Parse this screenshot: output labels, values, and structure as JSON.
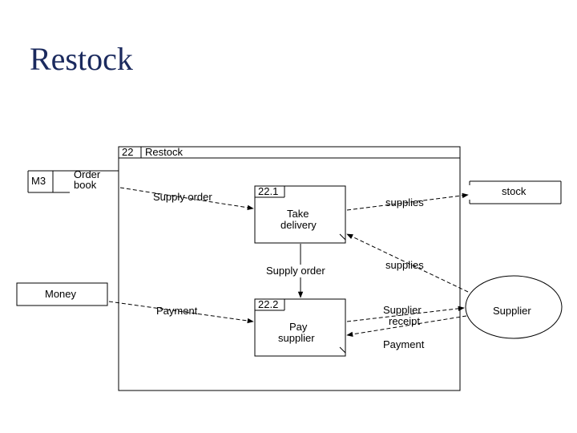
{
  "slide": {
    "title": "Restock"
  },
  "diagram": {
    "parent_process": {
      "number": "22",
      "name": "Restock"
    },
    "processes": [
      {
        "id": "take-delivery",
        "number": "22.1",
        "line1": "Take",
        "line2": "delivery"
      },
      {
        "id": "pay-supplier",
        "number": "22.2",
        "line1": "Pay",
        "line2": "supplier"
      }
    ],
    "data_stores": [
      {
        "id": "order-book",
        "code": "M3",
        "line1": "Order",
        "line2": "book"
      },
      {
        "id": "stock",
        "name": "stock"
      }
    ],
    "external_entities": [
      {
        "id": "money",
        "name": "Money"
      },
      {
        "id": "supplier",
        "name": "Supplier"
      }
    ],
    "flows": {
      "supply_order_in": "Supply order",
      "supplies_out": "supplies",
      "supply_order_between": "Supply order",
      "supplies_in": "supplies",
      "payment_in": "Payment",
      "supplier_receipt_line1": "Supplier",
      "supplier_receipt_line2": "receipt",
      "payment_out": "Payment"
    }
  }
}
